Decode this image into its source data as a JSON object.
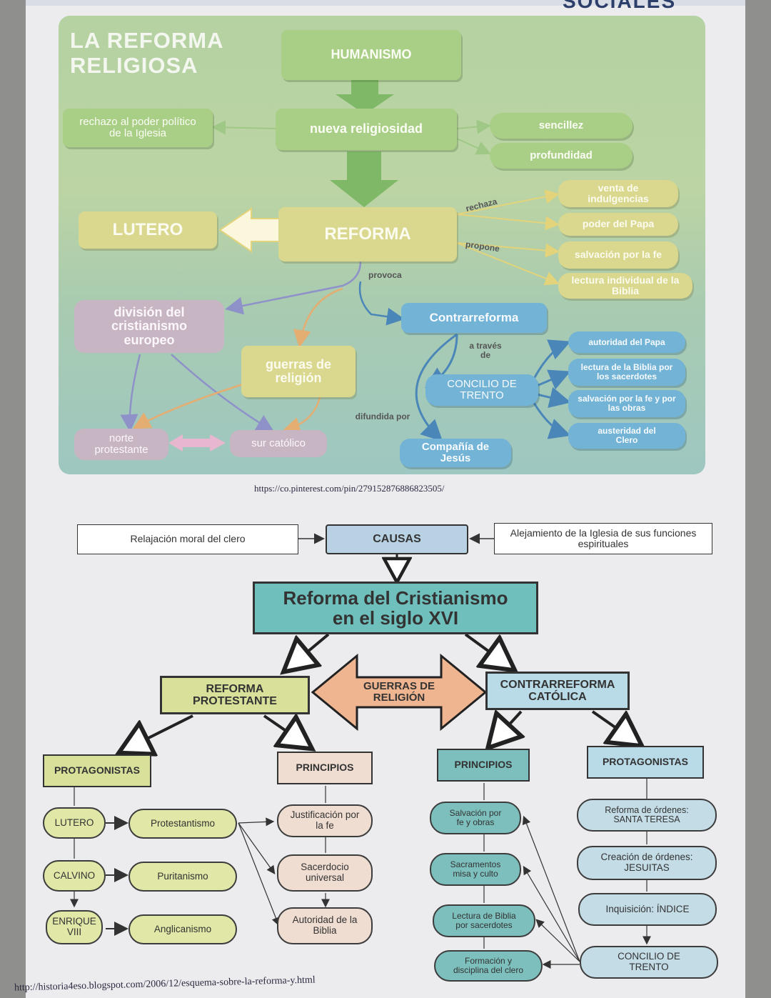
{
  "header_fragment": "SOCIALES",
  "top_map": {
    "title_line1": "LA REFORMA",
    "title_line2": "RELIGIOSA",
    "humanismo": "HUMANISMO",
    "nueva_religiosidad": "nueva religiosidad",
    "rechazo": "rechazo al poder político de la Iglesia",
    "sencillez": "sencillez",
    "profundidad": "profundidad",
    "reforma": "REFORMA",
    "lutero": "LUTERO",
    "rechaza": "rechaza",
    "propone": "propone",
    "venta": "venta de indulgencias",
    "poder_papa": "poder del Papa",
    "salvacion_fe": "salvación por la fe",
    "lectura_individual": "lectura individual de la Biblia",
    "provoca": "provoca",
    "division": "división del cristianismo europeo",
    "guerras": "guerras de religión",
    "contrarreforma": "Contrarreforma",
    "a_traves": "a través de",
    "concilio": "CONCILIO DE TRENTO",
    "difundida": "difundida por",
    "compania": "Compañía de Jesús",
    "norte": "norte protestante",
    "sur": "sur católico",
    "autoridad_papa": "autoridad del Papa",
    "lectura_sacerdotes": "lectura de la Biblia por los sacerdotes",
    "salvacion_obras": "salvación por la fe y por las obras",
    "austeridad": "austeridad del Clero",
    "source": "https://co.pinterest.com/pin/279152876886823505/"
  },
  "bottom_map": {
    "relajacion": "Relajación moral del clero",
    "causas": "CAUSAS",
    "alejamiento": "Alejamiento de la Iglesia de sus funciones espirituales",
    "main_line1": "Reforma del Cristianismo",
    "main_line2": "en el siglo XVI",
    "reforma_protestante": "REFORMA PROTESTANTE",
    "guerras": "GUERRAS DE RELIGIÓN",
    "contrarreforma": "CONTRARREFORMA CATÓLICA",
    "protagonistas_l": "PROTAGONISTAS",
    "principios_l": "PRINCIPIOS",
    "principios_r": "PRINCIPIOS",
    "protagonistas_r": "PROTAGONISTAS",
    "lutero": "LUTERO",
    "protestantismo": "Protestantismo",
    "calvino": "CALVINO",
    "puritanismo": "Puritanismo",
    "enrique": "ENRIQUE VIII",
    "anglicanismo": "Anglicanismo",
    "justificacion": "Justificación por la fe",
    "sacerdocio": "Sacerdocio universal",
    "autoridad_biblia": "Autoridad de la Biblia",
    "salvacion_obras": "Salvación por fe y obras",
    "sacramentos": "Sacramentos misa y culto",
    "lectura_biblia": "Lectura de Biblia por sacerdotes",
    "formacion": "Formación y disciplina del clero",
    "reforma_ordenes": "Reforma de órdenes: SANTA TERESA",
    "creacion_ordenes": "Creación de órdenes: JESUITAS",
    "inquisicion": "Inquisición: ÍNDICE",
    "concilio": "CONCILIO DE TRENTO",
    "source": "http://historia4eso.blogspot.com/2006/12/esquema-sobre-la-reforma-y.html"
  }
}
